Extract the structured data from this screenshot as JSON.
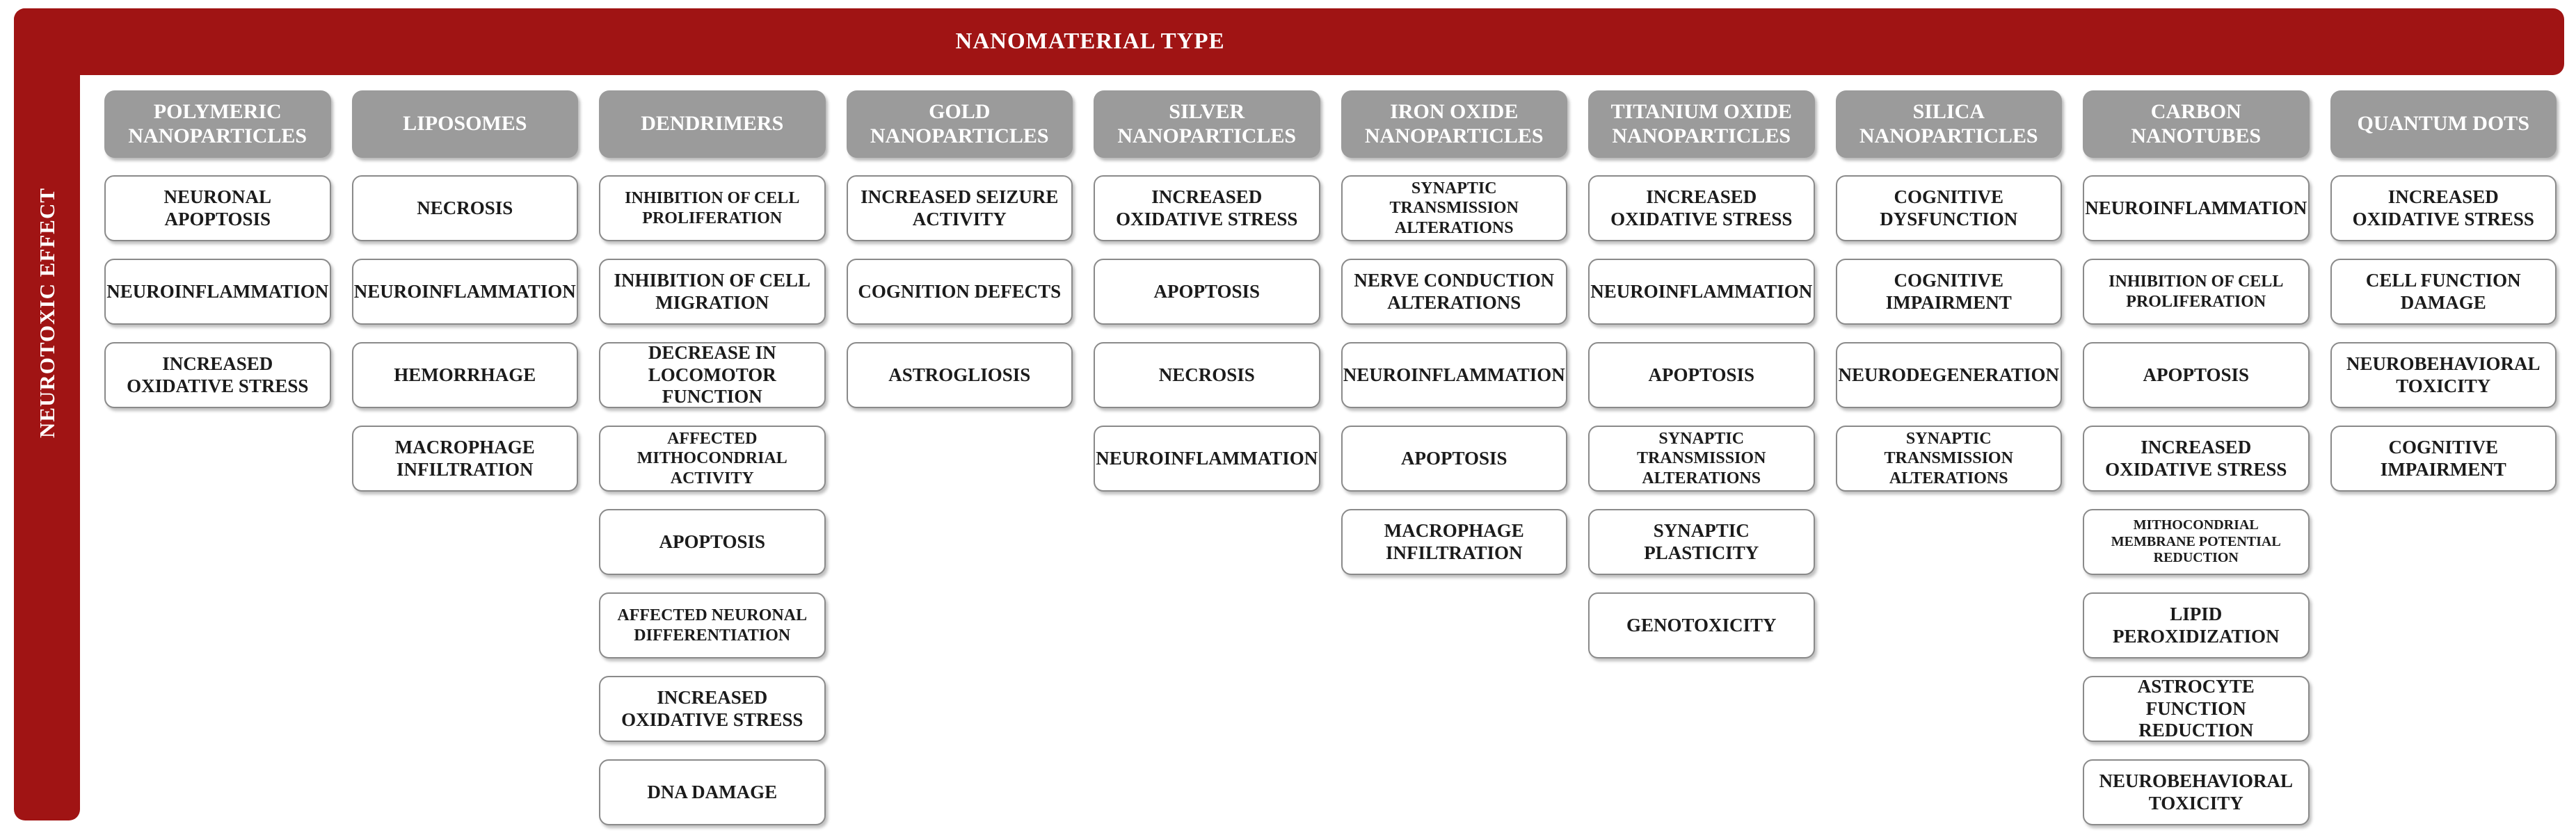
{
  "title_bar": {
    "label": "NANOMATERIAL TYPE"
  },
  "side_bar": {
    "label": "NEUROTOXIC EFFECT"
  },
  "colors": {
    "frame_red": "#a01414",
    "header_gray": "#9b9b9b",
    "box_border": "#8a8a8a",
    "text_dark": "#1b1b1b",
    "text_light": "#ffffff"
  },
  "columns": [
    {
      "type": "POLYMERIC NANOPARTICLES",
      "effects": [
        "NEURONAL APOPTOSIS",
        "NEUROINFLAMMATION",
        "INCREASED OXIDATIVE STRESS"
      ]
    },
    {
      "type": "LIPOSOMES",
      "effects": [
        "NECROSIS",
        "NEUROINFLAMMATION",
        "HEMORRHAGE",
        "MACROPHAGE INFILTRATION"
      ]
    },
    {
      "type": "DENDRIMERS",
      "effects": [
        "INHIBITION OF CELL PROLIFERATION",
        "INHIBITION OF CELL MIGRATION",
        "DECREASE IN LOCOMOTOR FUNCTION",
        "AFFECTED MITHOCONDRIAL ACTIVITY",
        "APOPTOSIS",
        "AFFECTED NEURONAL DIFFERENTIATION",
        "INCREASED OXIDATIVE STRESS",
        "DNA DAMAGE"
      ]
    },
    {
      "type": "GOLD NANOPARTICLES",
      "effects": [
        "INCREASED SEIZURE ACTIVITY",
        "COGNITION DEFECTS",
        "ASTROGLIOSIS"
      ]
    },
    {
      "type": "SILVER NANOPARTICLES",
      "effects": [
        "INCREASED OXIDATIVE STRESS",
        "APOPTOSIS",
        "NECROSIS",
        "NEUROINFLAMMATION"
      ]
    },
    {
      "type": "IRON OXIDE NANOPARTICLES",
      "effects": [
        "SYNAPTIC TRANSMISSION ALTERATIONS",
        "NERVE CONDUCTION ALTERATIONS",
        "NEUROINFLAMMATION",
        "APOPTOSIS",
        "MACROPHAGE INFILTRATION"
      ]
    },
    {
      "type": "TITANIUM OXIDE NANOPARTICLES",
      "effects": [
        "INCREASED OXIDATIVE STRESS",
        "NEUROINFLAMMATION",
        "APOPTOSIS",
        "SYNAPTIC TRANSMISSION ALTERATIONS",
        "SYNAPTIC PLASTICITY",
        "GENOTOXICITY"
      ]
    },
    {
      "type": "SILICA NANOPARTICLES",
      "effects": [
        "COGNITIVE DYSFUNCTION",
        "COGNITIVE IMPAIRMENT",
        "NEURODEGENERATION",
        "SYNAPTIC TRANSMISSION ALTERATIONS"
      ]
    },
    {
      "type": "CARBON NANOTUBES",
      "effects": [
        "NEUROINFLAMMATION",
        "INHIBITION OF CELL PROLIFERATION",
        "APOPTOSIS",
        "INCREASED OXIDATIVE STRESS",
        "MITHOCONDRIAL MEMBRANE POTENTIAL REDUCTION",
        "LIPID PEROXIDIZATION",
        "ASTROCYTE FUNCTION REDUCTION",
        "NEUROBEHAVIORAL TOXICITY"
      ]
    },
    {
      "type": "QUANTUM DOTS",
      "effects": [
        "INCREASED OXIDATIVE STRESS",
        "CELL FUNCTION DAMAGE",
        "NEUROBEHAVIORAL TOXICITY",
        "COGNITIVE IMPAIRMENT"
      ]
    }
  ]
}
